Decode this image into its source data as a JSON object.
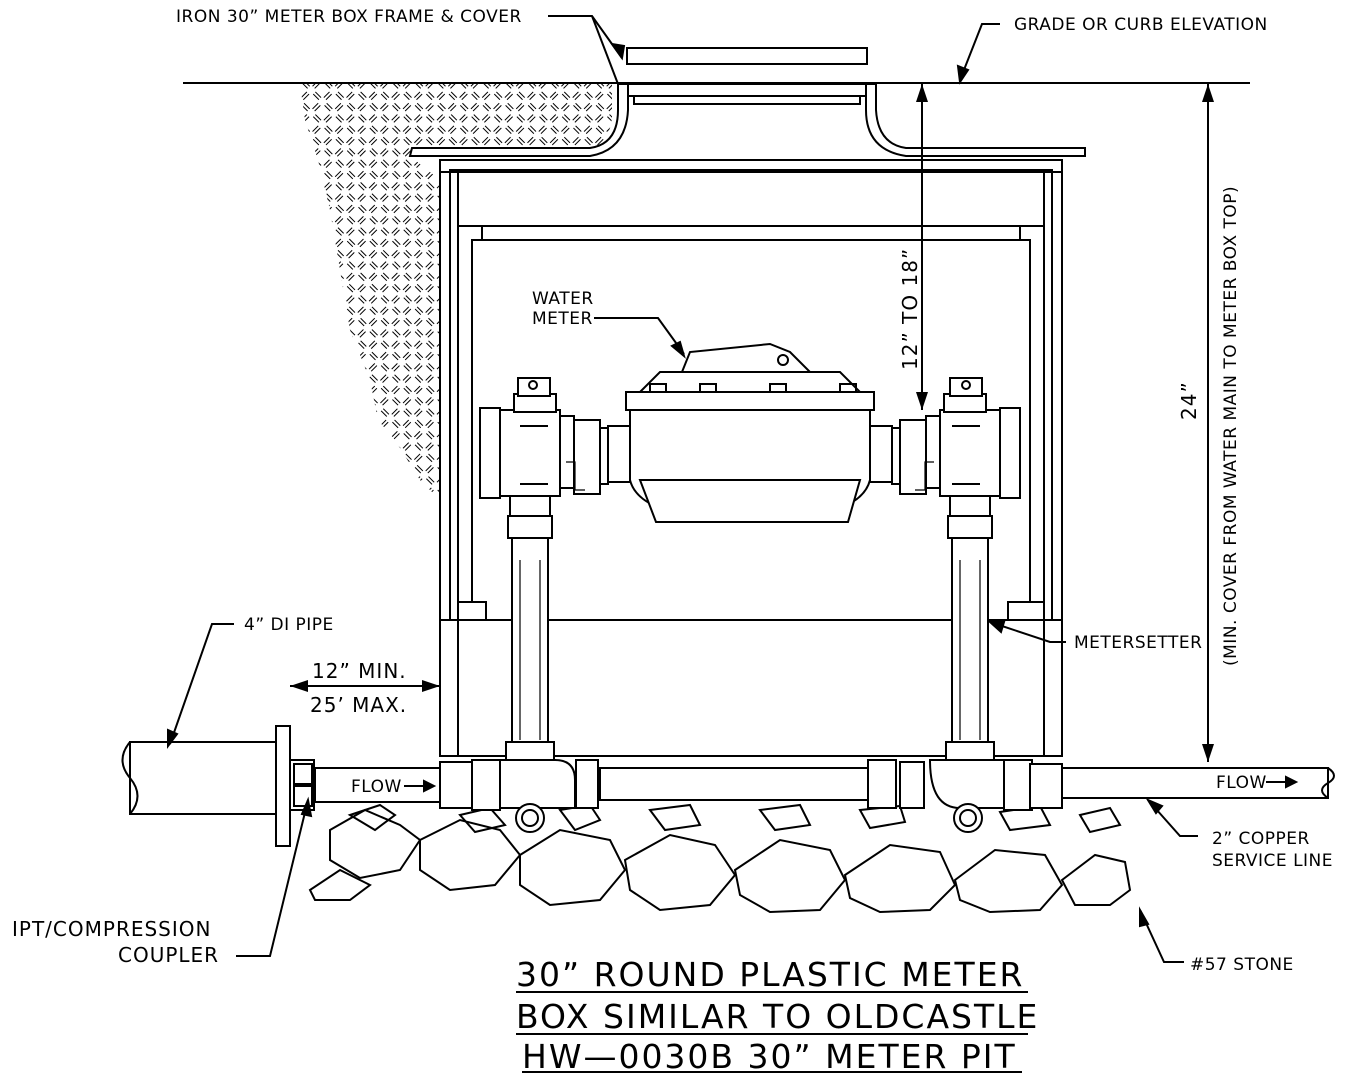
{
  "labels": {
    "frame_cover": "IRON 30” METER BOX FRAME & COVER",
    "grade": "GRADE OR CURB ELEVATION",
    "water_meter_1": "WATER",
    "water_meter_2": "METER",
    "twelve_to_eighteen": "12” TO 18”",
    "twenty_four": "24”",
    "min_cover": "(MIN. COVER FROM WATER MAIN TO METER BOX TOP)",
    "di_pipe": "4” DI PIPE",
    "metersetter": "METERSETTER",
    "min_12": "12” MIN.",
    "max_25": "25’ MAX.",
    "flow_left": "FLOW",
    "flow_right": "FLOW",
    "copper_1": "2” COPPER",
    "copper_2": "SERVICE LINE",
    "ipt_1": "IPT/COMPRESSION",
    "ipt_2": "COUPLER",
    "stone": "#57 STONE"
  },
  "title": {
    "line1": "30” ROUND PLASTIC METER",
    "line2": "BOX SIMILAR TO OLDCASTLE",
    "line3": "HW—0030B 30” METER PIT"
  }
}
